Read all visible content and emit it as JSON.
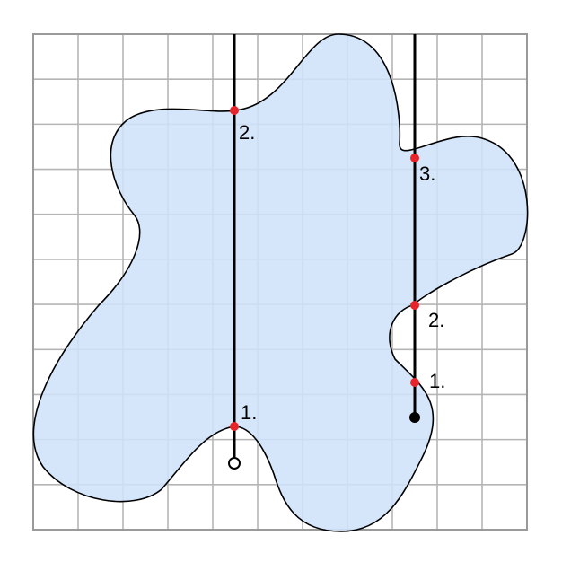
{
  "colors": {
    "grid": "#b5b5b5",
    "frame": "#9a9a9a",
    "shape_fill": "#cfe2fb",
    "shape_stroke": "#000000",
    "line": "#000000",
    "point": "#e8242b"
  },
  "left_ray": {
    "start_marker": "open-circle",
    "labels": [
      "1.",
      "2."
    ]
  },
  "right_ray": {
    "start_marker": "filled-circle",
    "labels": [
      "1.",
      "2.",
      "3."
    ]
  }
}
